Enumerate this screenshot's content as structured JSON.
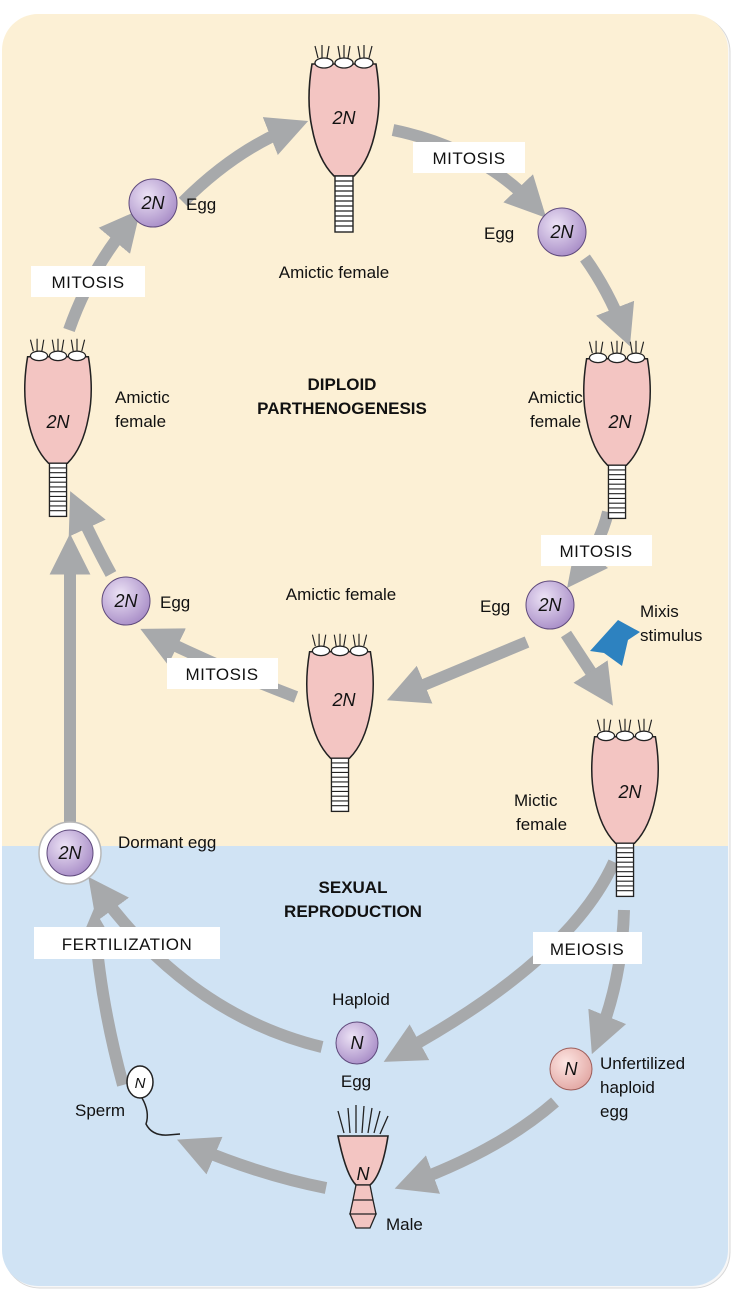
{
  "diagram": {
    "phases": {
      "diploid_line1": "DIPLOID",
      "diploid_line2": "PARTHENOGENESIS",
      "sexual_line1": "SEXUAL",
      "sexual_line2": "REPRODUCTION"
    },
    "process_labels": {
      "mitosis_top_right": "MITOSIS",
      "mitosis_top_left": "MITOSIS",
      "mitosis_right": "MITOSIS",
      "mitosis_bottom": "MITOSIS",
      "meiosis": "MEIOSIS",
      "fertilization": "FERTILIZATION"
    },
    "organisms": {
      "female_top": "Amictic female",
      "female_left_1": "Amictic",
      "female_left_2": "female",
      "female_right_1": "Amictic",
      "female_right_2": "female",
      "female_center": "Amictic female",
      "mictic_1": "Mictic",
      "mictic_2": "female",
      "male": "Male",
      "sperm": "Sperm"
    },
    "eggs": {
      "egg_top_left": "Egg",
      "egg_top_right": "Egg",
      "egg_left": "Egg",
      "egg_right": "Egg",
      "dormant": "Dormant egg",
      "haploid_top": "Haploid",
      "haploid_bottom": "Egg",
      "unfert_1": "Unfertilized",
      "unfert_2": "haploid",
      "unfert_3": "egg"
    },
    "ploidy": {
      "diploid": "2N",
      "haploid": "N"
    },
    "stimulus": {
      "line1": "Mixis",
      "line2": "stimulus"
    },
    "colors": {
      "diploid_bg": "#fcf0d5",
      "sexual_bg": "#d0e3f4",
      "arrow": "#a7a9ab",
      "body": "#f3c5c2",
      "egg_diploid": "#c7b1dd",
      "egg_haploid": "#f1c8c5",
      "stimulus": "#2d82c0"
    }
  }
}
